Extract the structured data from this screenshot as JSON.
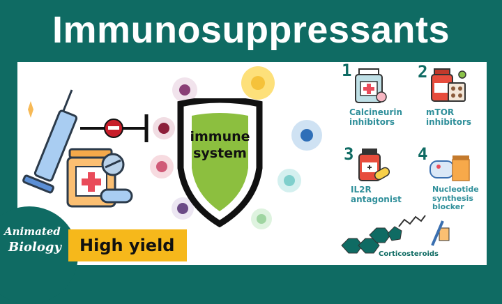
{
  "header": {
    "title": "Immunosuppressants"
  },
  "center": {
    "shield_line1": "immune",
    "shield_line2": "system",
    "inhibition_symbol": "minus"
  },
  "classes": [
    {
      "number": "1",
      "line1": "Calcineurin",
      "line2": "inhibitors",
      "icon": "pill-bottle-icon"
    },
    {
      "number": "2",
      "line1": "mTOR",
      "line2": "inhibitors",
      "icon": "medicine-blister-icon"
    },
    {
      "number": "3",
      "line1": "IL2R",
      "line2": "antagonist",
      "icon": "vial-capsule-icon"
    },
    {
      "number": "4",
      "line1": "Nucleotide",
      "line2": "synthesis",
      "line3": "blocker",
      "icon": "spilled-pills-icon"
    }
  ],
  "steroid": {
    "label": "Corticosteroids"
  },
  "badge": {
    "label": "High yield"
  },
  "logo": {
    "line1": "Animated",
    "line2": "Biology"
  },
  "colors": {
    "teal": "#0f6b63",
    "label_blue": "#2f8f9a",
    "yellow": "#f6b81b",
    "shield_green": "#8cbf3f"
  }
}
